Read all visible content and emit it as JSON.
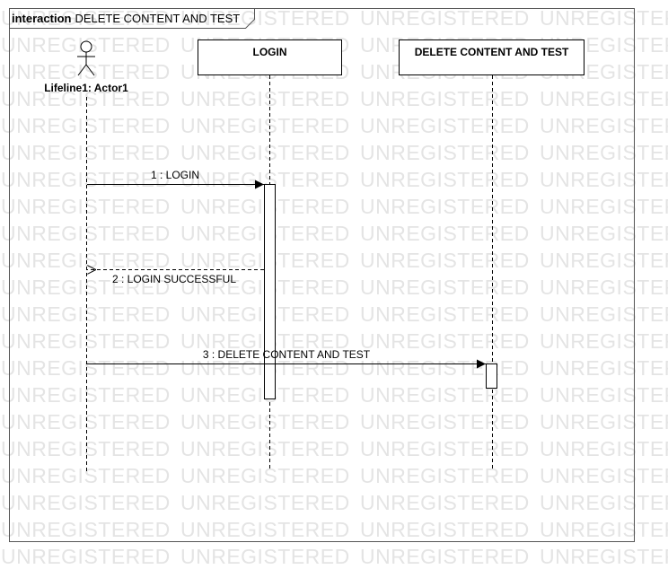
{
  "frame": {
    "keyword": "interaction",
    "name": "DELETE CONTENT AND TEST"
  },
  "watermark": {
    "text": "UNREGISTERED"
  },
  "lifelines": [
    {
      "id": "actor",
      "label": "Lifeline1: Actor1",
      "kind": "actor"
    },
    {
      "id": "login",
      "label": "LOGIN",
      "kind": "object"
    },
    {
      "id": "delete",
      "label": "DELETE CONTENT AND TEST",
      "kind": "object"
    }
  ],
  "messages": [
    {
      "label": "1 : LOGIN",
      "from": "actor",
      "to": "login",
      "kind": "sync"
    },
    {
      "label": "2 : LOGIN SUCCESSFUL",
      "from": "login",
      "to": "actor",
      "kind": "return"
    },
    {
      "label": "3 : DELETE CONTENT AND TEST",
      "from": "actor",
      "to": "delete",
      "kind": "sync"
    }
  ],
  "colors": {
    "line": "#000000",
    "frame": "#555555",
    "watermark": "#e4e4e4"
  }
}
